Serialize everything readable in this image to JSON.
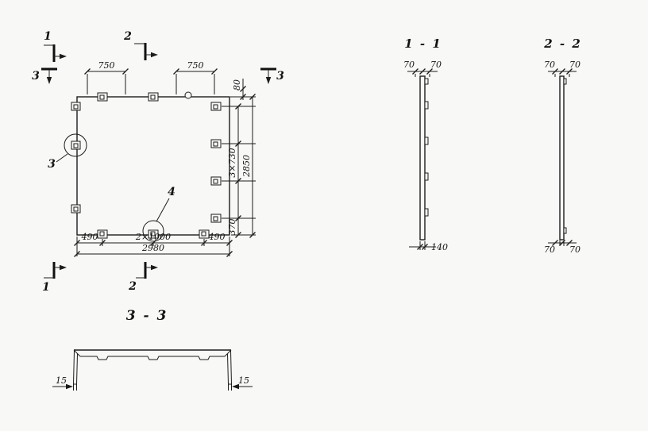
{
  "drawing": {
    "ink_color": "#1c1c1c",
    "paper_color": "#f8f8f6",
    "plan": {
      "dim_top_750_a": "750",
      "dim_top_750_b": "750",
      "dim_80": "80",
      "dim_right_step": "3×730",
      "dim_right_rest": "370",
      "dim_right_total": "2850",
      "dim_bottom_490_left": "490",
      "dim_bottom_step": "2×1000",
      "dim_bottom_490_right": "490",
      "dim_bottom_total": "2980",
      "cut_1": "1",
      "cut_2": "2",
      "cut_3": "3",
      "detail_3": "3",
      "detail_4": "4"
    },
    "section_1_1": {
      "title": "1 - 1",
      "dim_top_left": "70",
      "dim_top_right": "70",
      "dim_bottom": "140"
    },
    "section_2_2": {
      "title": "2 - 2",
      "dim_top_left": "70",
      "dim_top_right": "70",
      "dim_bottom_left": "70",
      "dim_bottom_right": "70"
    },
    "section_3_3": {
      "title": "3 - 3",
      "dim_left": "15",
      "dim_right": "15"
    }
  }
}
